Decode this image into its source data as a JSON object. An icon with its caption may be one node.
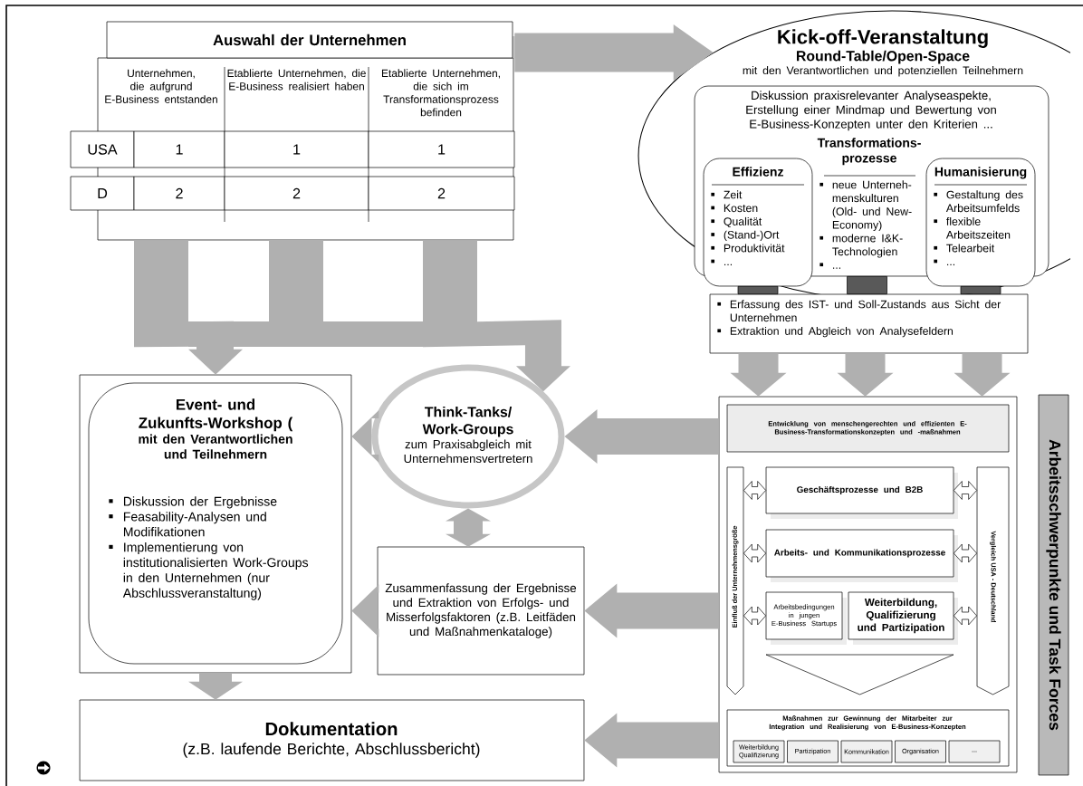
{
  "diagram": {
    "nodes": [
      {
        "text": [
          "Auswahl der Unternehmen"
        ]
      },
      {
        "text": [
          "Kick-off-Veranstaltung",
          "Round-Table/Open-Space",
          "mit den Verantwortlichen und potenziellen Teilnehmern"
        ]
      },
      {
        "text": [
          "Diskussion praxisrelevanter Analyseaspekte, Erstellung einer Mindmap und Bewertung von E-Business-Konzepten unter den Kriterien ...",
          "Transformations-prozesse",
          "neue Unterneh-menskulturen (Old- und New-Economy)",
          "moderne I&K-Technologien",
          "..."
        ],
        "in": 1
      },
      {
        "text": [
          "Effizienz",
          "Zeit",
          "Kosten",
          "Qualität",
          "(Stand-)Ort",
          "Produktivität",
          "..."
        ],
        "in": 2
      },
      {
        "text": [
          "Humanisierung",
          "Gestaltung des Arbeitsumfelds",
          "flexible Arbeitszeiten",
          "Telearbeit",
          "..."
        ],
        "in": 2
      },
      {
        "text": [
          "Erfassung des IST- und Soll-Zustands aus Sicht der Unternehmen",
          "Extraktion und Abgleich von Analysefeldern"
        ]
      },
      {
        "text": [],
        "shape": "box"
      },
      {
        "text": [
          "Entwicklung von menschengerechten und effizienten E-Business-Transformationskonzepten und -maßnahmen"
        ],
        "in": 6
      },
      {
        "text": [
          "Einfluß der Unternehmensgröße"
        ],
        "in": 6
      },
      {
        "text": [
          "Vergleich USA - Deutschland"
        ],
        "in": 6
      },
      {
        "text": [
          "Geschäftsprozesse und B2B"
        ],
        "in": 6
      },
      {
        "text": [
          "Arbeits- und Kommunikationsprozesse"
        ],
        "in": 6
      },
      {
        "text": [
          "Arbeitsbedingungen in jungen E-Business Startups"
        ],
        "in": 6
      },
      {
        "text": [
          "Weiterbildung, Qualifizierung und Partizipation"
        ],
        "in": 6
      },
      {
        "text": [],
        "shape": "triangle",
        "in": 6
      },
      {
        "text": [
          "Maßnahmen zur Gewinnung der Mitarbeiter zur Integration und Realisierung von E-Business-Konzepten"
        ],
        "in": 6
      },
      {
        "text": [
          "Weiterbildung Qualifizierung"
        ],
        "in": 15
      },
      {
        "text": [
          "Partizipation"
        ],
        "in": 15
      },
      {
        "text": [
          "Kommunikation"
        ],
        "in": 15
      },
      {
        "text": [
          "Organisation"
        ],
        "in": 15
      },
      {
        "text": [
          "..."
        ],
        "in": 15
      },
      {
        "text": [
          "Arbeitsschwerpunkte und Task Forces"
        ]
      },
      {
        "text": [
          "Event- und Zukunfts-Workshop (",
          "mit den Verantwortlichen und Teilnehmern",
          "Diskussion der Ergebnisse",
          "Feasability-Analysen und Modifikationen",
          "Implementierung von institutionalisierten Work-Groups in den Unternehmen (nur Abschlussveranstaltung)"
        ]
      },
      {
        "text": [
          "Think-Tanks/ Work-Groups",
          "zum Praxisabgleich mit Unternehmensvertretern"
        ]
      },
      {
        "text": [
          "Zusammenfassung der Ergebnisse und Extraktion von Erfolgs- und Misserfolgsfaktoren (z.B. Leitfäden und Maßnahmenkataloge)"
        ]
      },
      {
        "text": [
          "Dokumentation",
          "(z.B. laufende Berichte, Abschlussbericht)"
        ]
      }
    ],
    "edges": [
      {
        "from": 0,
        "to": 1,
        "arrow": "to"
      },
      {
        "from": 0,
        "to": 22,
        "arrow": "to"
      },
      {
        "from": 0,
        "to": 23,
        "arrow": "to"
      },
      {
        "from": 3,
        "to": 5,
        "arrow": "none",
        "color": "#595959"
      },
      {
        "from": 2,
        "to": 5,
        "arrow": "none",
        "color": "#595959"
      },
      {
        "from": 4,
        "to": 5,
        "arrow": "none",
        "color": "#595959"
      },
      {
        "from": 5,
        "to": 6,
        "arrow": "to"
      },
      {
        "from": 5,
        "to": 6,
        "arrow": "to"
      },
      {
        "from": 5,
        "to": 6,
        "arrow": "to"
      },
      {
        "from": 8,
        "to": 10,
        "arrow": "both",
        "color": "#ffffff"
      },
      {
        "from": 10,
        "to": 9,
        "arrow": "both",
        "color": "#ffffff"
      },
      {
        "from": 8,
        "to": 11,
        "arrow": "both",
        "color": "#ffffff"
      },
      {
        "from": 11,
        "to": 9,
        "arrow": "both",
        "color": "#ffffff"
      },
      {
        "from": 8,
        "to": 12,
        "arrow": "both",
        "color": "#ffffff"
      },
      {
        "from": 13,
        "to": 9,
        "arrow": "both",
        "color": "#ffffff"
      },
      {
        "from": 23,
        "to": 22,
        "arrow": "to"
      },
      {
        "from": 23,
        "to": 24,
        "arrow": "both"
      },
      {
        "from": 24,
        "to": 22,
        "arrow": "to"
      },
      {
        "from": 6,
        "to": 23,
        "arrow": "to"
      },
      {
        "from": 6,
        "to": 24,
        "arrow": "to"
      },
      {
        "from": 6,
        "to": 25,
        "arrow": "to"
      },
      {
        "from": 22,
        "to": 25,
        "arrow": "to"
      }
    ],
    "labels": [
      "Unternehmen, die aufgrund E-Business entstanden",
      "Etablierte Unternehmen, die E-Business realisiert haben",
      "Etablierte Unternehmen, die sich im Transformationsprozess befinden",
      "USA",
      "1",
      "1",
      "1",
      "D",
      "2",
      "2",
      "2"
    ]
  }
}
